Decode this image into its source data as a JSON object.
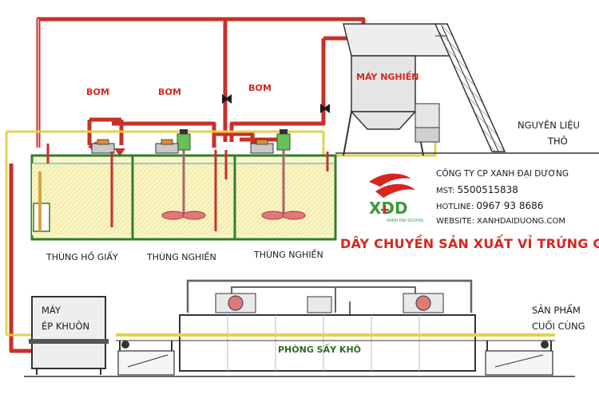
{
  "labels": {
    "pump1": "BƠM",
    "pump2": "BƠM",
    "pump3": "BƠM",
    "grinder_machine": "MÁY NGHIỀN",
    "raw_material_line1": "NGUYÊN LIỆU",
    "raw_material_line2": "THÔ",
    "pulp_tank": "THÙNG HỒ GIẤY",
    "grinding_tank_1": "THÙNG NGHIỀN",
    "grinding_tank_2": "THÙNG NGHIỀN",
    "mould_machine_line1": "MÁY",
    "mould_machine_line2": "ÉP KHUÔN",
    "drying_room": "PHÒNG SẤY KHÔ",
    "final_product_line1": "SẢN PHẨM",
    "final_product_line2": "CUỐI CÙNG",
    "diagram_title": "DÂY CHUYỀN SẢN XUẤT VỈ TRỨNG GIẤY"
  },
  "company": {
    "name": "CÔNG TY CP XANH ĐẠI DƯƠNG",
    "mst_label": "MST:",
    "mst_value": "5500515838",
    "hotline_label": "HOTLINE:",
    "hotline_value": "0967 93 8686",
    "website_label": "WEBSITE:",
    "website_value": "XANHDAIDUONG.COM"
  },
  "logo": {
    "letters": "XDD",
    "tagline": "XANH ĐẠI DƯƠNG"
  },
  "colors": {
    "pipe_red": "#c8302a",
    "pipe_yellow": "#e6cf4f",
    "tank_fill": "#fbf6c3",
    "water": "#7fd0e8",
    "title_red": "#d7261e",
    "green_text": "#2e6b1f",
    "machine_fill": "#f0f0f0",
    "logo_red": "#d7261e",
    "logo_green": "#3a9a3a"
  }
}
